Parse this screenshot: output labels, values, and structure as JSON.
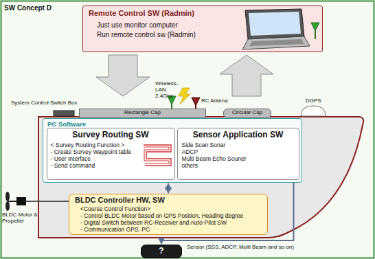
{
  "diagram": {
    "title": "SW Concept D",
    "nodes": [
      {
        "text": [
          "Remote Control SW (Radmin)",
          "Just use monitor computer",
          "Run remote control sw (Radmin)"
        ]
      },
      {
        "text": [
          "Rectangle Cap"
        ]
      },
      {
        "text": [
          "Circular Cap"
        ]
      },
      {
        "text": [
          "PC Software"
        ]
      },
      {
        "text": [
          "Survey Routing SW",
          "< Survey Routing Function >",
          "- Create Survey Waypoint table",
          "- User Interface",
          "- Send command"
        ],
        "in": 3
      },
      {
        "text": [
          "Sensor Application SW",
          "Side Scan Sonar",
          "ADCP",
          "Multi Beam Echo Souner",
          "others"
        ],
        "in": 3
      },
      {
        "text": [
          "BLDC Controller HW, SW",
          "<Course Control Function>",
          "- Control BLDC Motor based on GPS Position, Heading degree",
          "- Digital Switch between RC-Receiver and Auto-Pilot SW",
          "- Communication GPS, PC"
        ]
      },
      {
        "text": [
          "?"
        ]
      }
    ],
    "edges": [
      {
        "from": 3,
        "to": 6,
        "arrow": "both"
      },
      {
        "from": 5,
        "to": 7,
        "arrow": "to"
      }
    ],
    "labels": [
      "Wireless-LAN 2.4Ghz",
      "RC Antena",
      "System Control Switch Box",
      "DGPS",
      "BLDC Motor & Propeller",
      "Sensor (SSS, ADCP, Multi Beam and so on)"
    ]
  }
}
